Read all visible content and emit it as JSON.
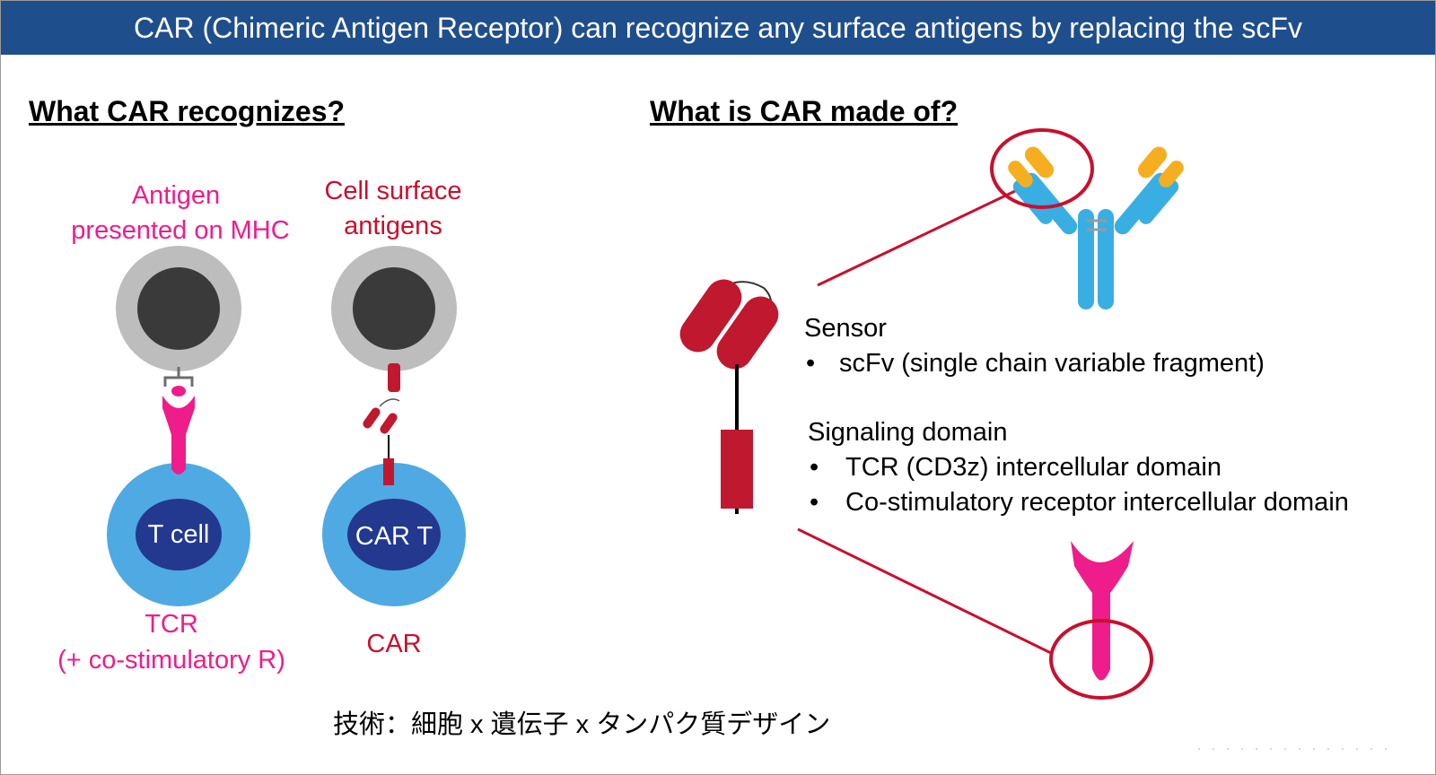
{
  "title": "CAR (Chimeric Antigen Receptor) can recognize any surface antigens by replacing the scFv",
  "left": {
    "heading": "What CAR recognizes?",
    "tcr_antigen_label_1": "Antigen",
    "tcr_antigen_label_2": "presented on MHC",
    "car_antigen_label_1": "Cell surface",
    "car_antigen_label_2": "antigens",
    "t_cell_label": "T cell",
    "car_t_label": "CAR T",
    "tcr_caption_1": "TCR",
    "tcr_caption_2": "(+ co-stimulatory R)",
    "car_caption": "CAR"
  },
  "right": {
    "heading": "What is CAR made of?",
    "sensor_title": "Sensor",
    "sensor_items": [
      "scFv (single chain variable fragment)"
    ],
    "signaling_title": "Signaling domain",
    "signaling_items": [
      "TCR (CD3z) intercellular domain",
      "Co-stimulatory receptor intercellular domain"
    ],
    "bullet_char": "•"
  },
  "footer": "技術：細胞 x 遺伝子 x タンパク質デザイン",
  "colors": {
    "title_bar": "#1f4e8c",
    "magenta": "#ee1d8b",
    "receptor_red": "#c0182f",
    "callout_red": "#c8102e",
    "cell_blue": "#4fa9e3",
    "nucleus_navy": "#23388f",
    "antibody_blue": "#39aee3",
    "antibody_orange": "#f6ae21",
    "target_gray": "#bdbdbd",
    "target_dark": "#3a3a3a"
  }
}
